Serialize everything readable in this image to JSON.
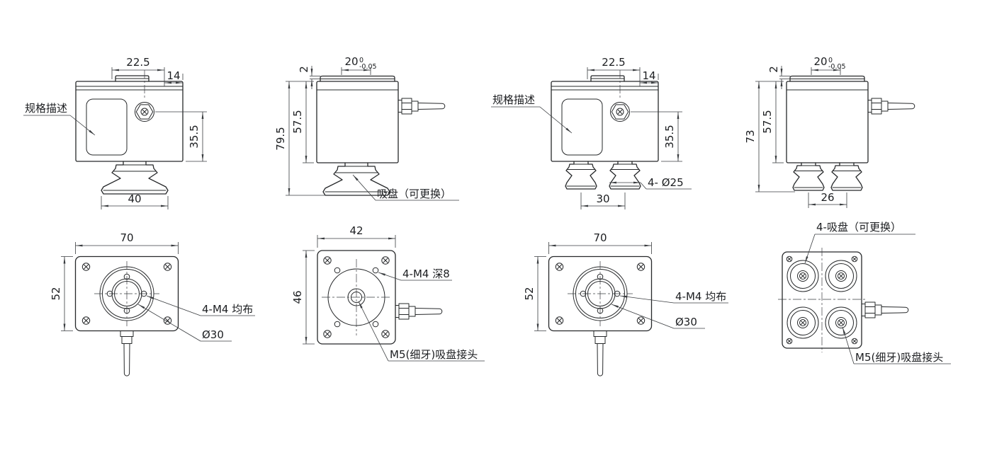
{
  "colors": {
    "background": "#ffffff",
    "line": "#26282a",
    "dim": "#3a3d40",
    "text": "#1c1e21"
  },
  "views": {
    "front_single": {
      "dim_cap": "22.5",
      "dim_offset": "14",
      "dim_height": "35.5",
      "dim_cup_width": "40",
      "label_spec": "规格描述"
    },
    "side_single": {
      "dim_lip": "2",
      "dim_boss": "20",
      "tol_upper": "0",
      "tol_lower": "-0.05",
      "dim_total_height": "79.5",
      "dim_body_height": "57.5",
      "label_cup": "吸盘（可更换）"
    },
    "front_quad": {
      "dim_cap": "22.5",
      "dim_offset": "14",
      "dim_height": "35.5",
      "dim_cup_dia": "4- Ø25",
      "dim_pitch": "30",
      "label_spec": "规格描述"
    },
    "side_quad": {
      "dim_lip": "2",
      "dim_boss": "20",
      "tol_upper": "0",
      "tol_lower": "-0.05",
      "dim_total_height": "73",
      "dim_body_height": "57.5",
      "dim_pitch": "26"
    },
    "top_single": {
      "dim_width": "70",
      "dim_depth": "52",
      "label_holes": "4-M4 均布",
      "label_bore": "Ø30"
    },
    "bottom_single": {
      "dim_width": "42",
      "dim_depth": "46",
      "label_holes": "4-M4 深8",
      "label_fitting": "M5(细牙)吸盘接头"
    },
    "top_quad": {
      "dim_width": "70",
      "dim_depth": "52",
      "label_holes": "4-M4 均布",
      "label_bore": "Ø30"
    },
    "bottom_quad": {
      "label_cups": "4-吸盘（可更换）",
      "label_fitting": "M5(细牙)吸盘接头"
    }
  }
}
